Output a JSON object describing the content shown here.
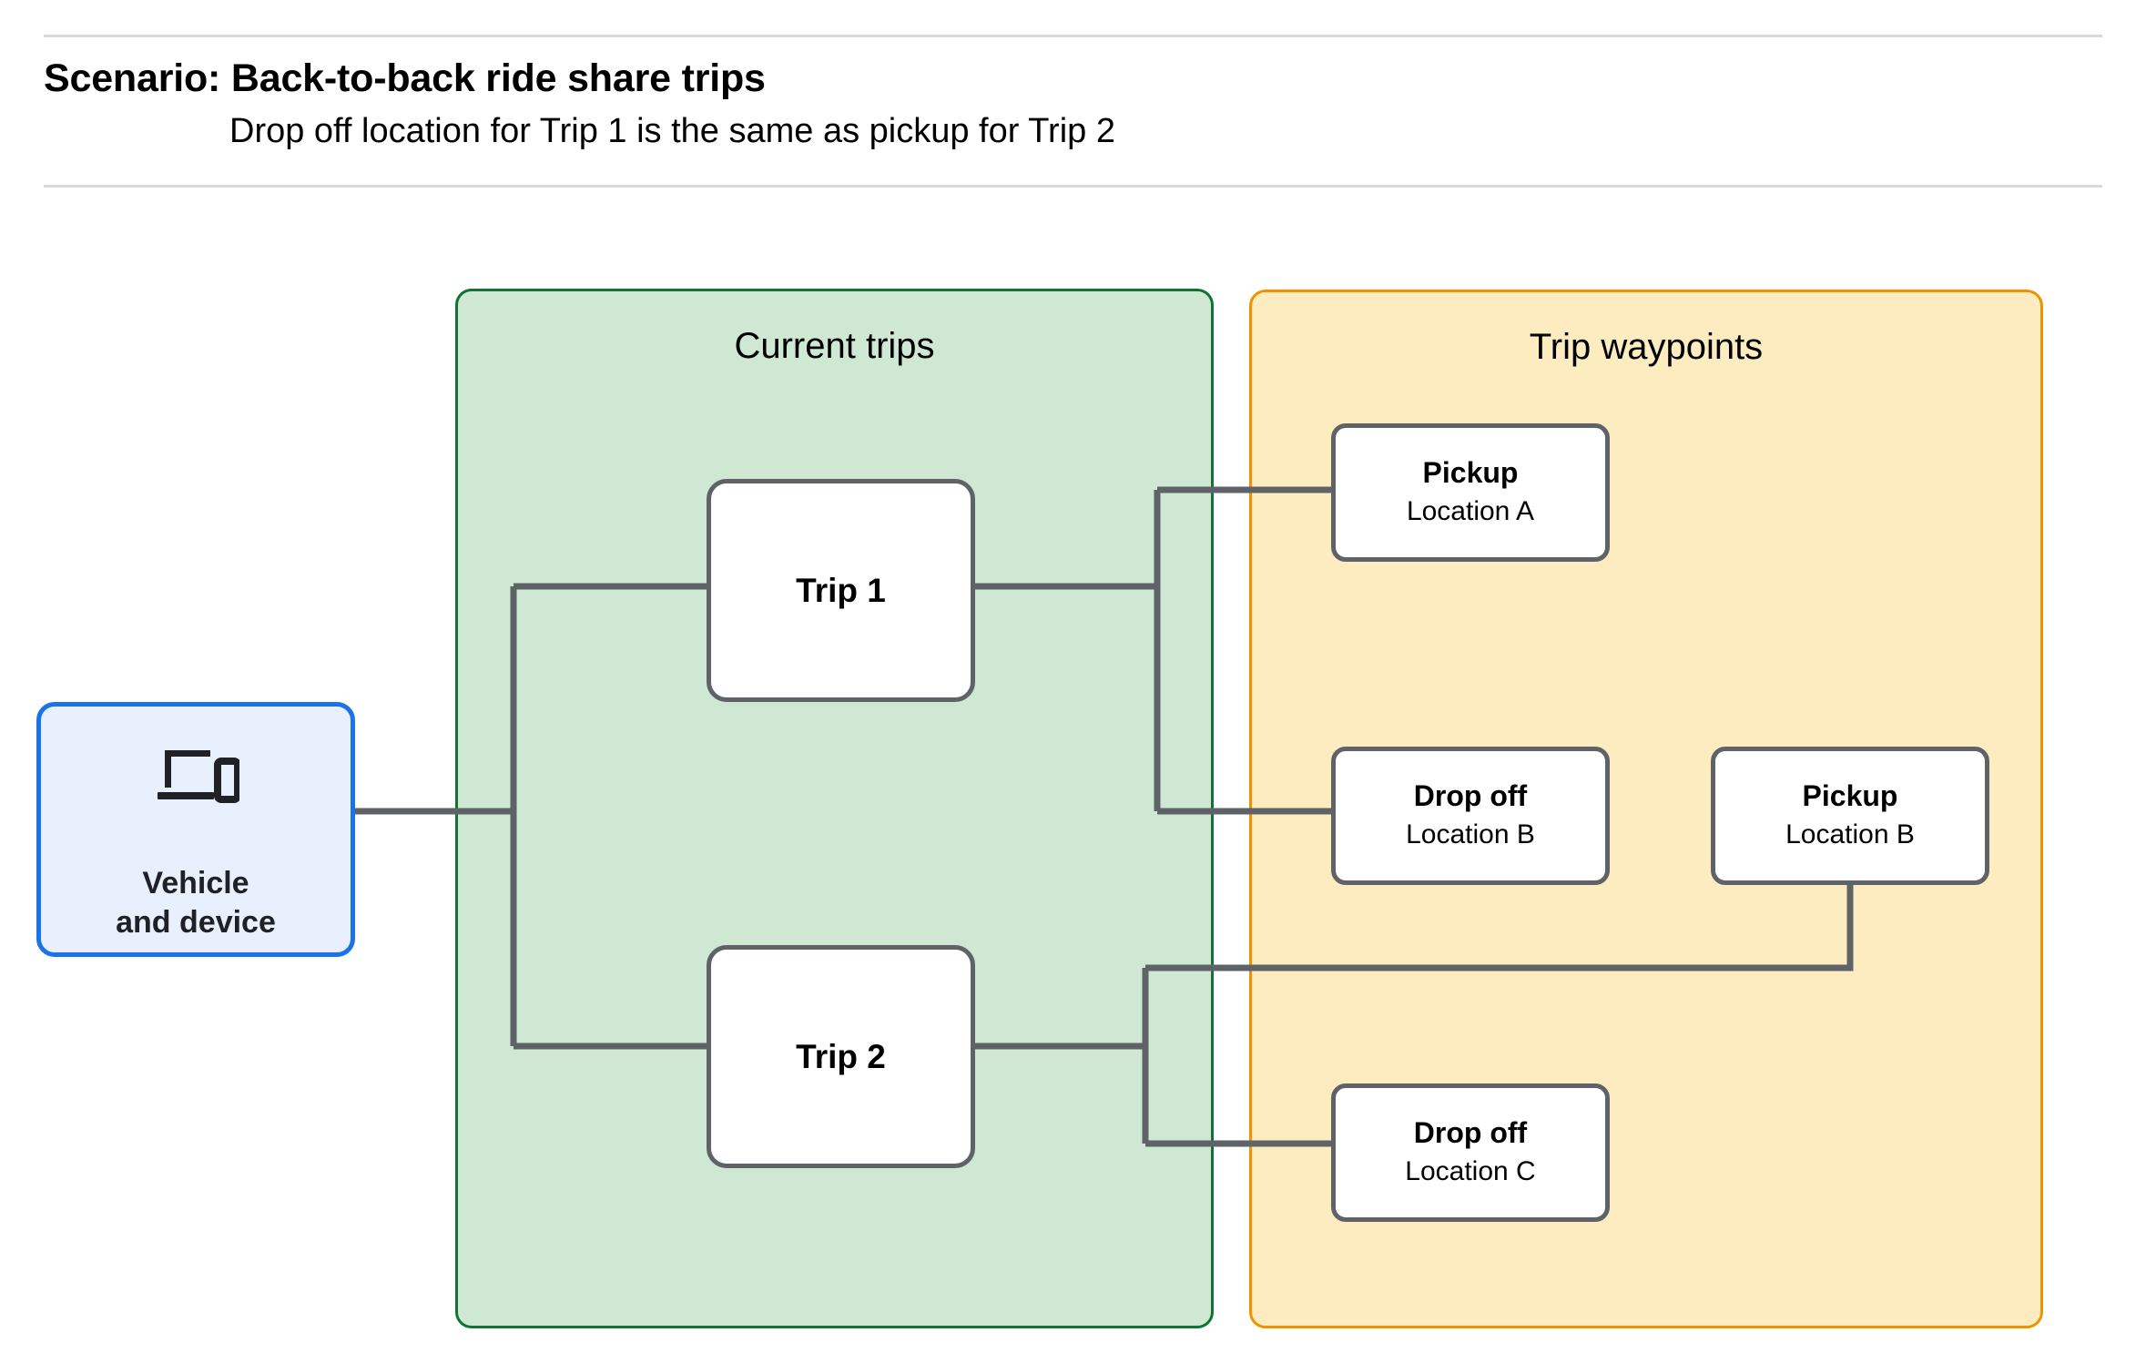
{
  "header": {
    "title": "Scenario: Back-to-back ride share trips",
    "subtitle": "Drop off  location for Trip 1 is the same as pickup for Trip 2"
  },
  "groups": {
    "current_trips": {
      "title": "Current trips",
      "fill": "#cee8d4",
      "border": "#137333"
    },
    "trip_waypoints": {
      "title": "Trip waypoints",
      "fill": "#fcecc0",
      "border": "#f09300"
    }
  },
  "nodes": {
    "vehicle": {
      "label": "Vehicle\nand device",
      "icon": "devices-icon",
      "fill": "#e8f0fe",
      "border": "#1a73e8"
    },
    "trip1": {
      "label": "Trip 1"
    },
    "trip2": {
      "label": "Trip 2"
    },
    "pickup_a": {
      "title": "Pickup",
      "sub": "Location A"
    },
    "dropoff_b": {
      "title": "Drop off",
      "sub": "Location B"
    },
    "pickup_b": {
      "title": "Pickup",
      "sub": "Location B"
    },
    "dropoff_c": {
      "title": "Drop off",
      "sub": "Location C"
    }
  },
  "edges": {
    "stroke": "#5f6368",
    "list": [
      {
        "name": "vehicle-to-trips",
        "from": "vehicle",
        "to": "trip-branch"
      },
      {
        "name": "trip1-to-pickup-a",
        "from": "trip1",
        "to": "pickup_a"
      },
      {
        "name": "trip1-to-dropoff-b",
        "from": "trip1",
        "to": "dropoff_b"
      },
      {
        "name": "trip2-to-pickup-b",
        "from": "trip2",
        "to": "pickup_b"
      },
      {
        "name": "trip2-to-dropoff-c",
        "from": "trip2",
        "to": "dropoff_c"
      }
    ]
  }
}
